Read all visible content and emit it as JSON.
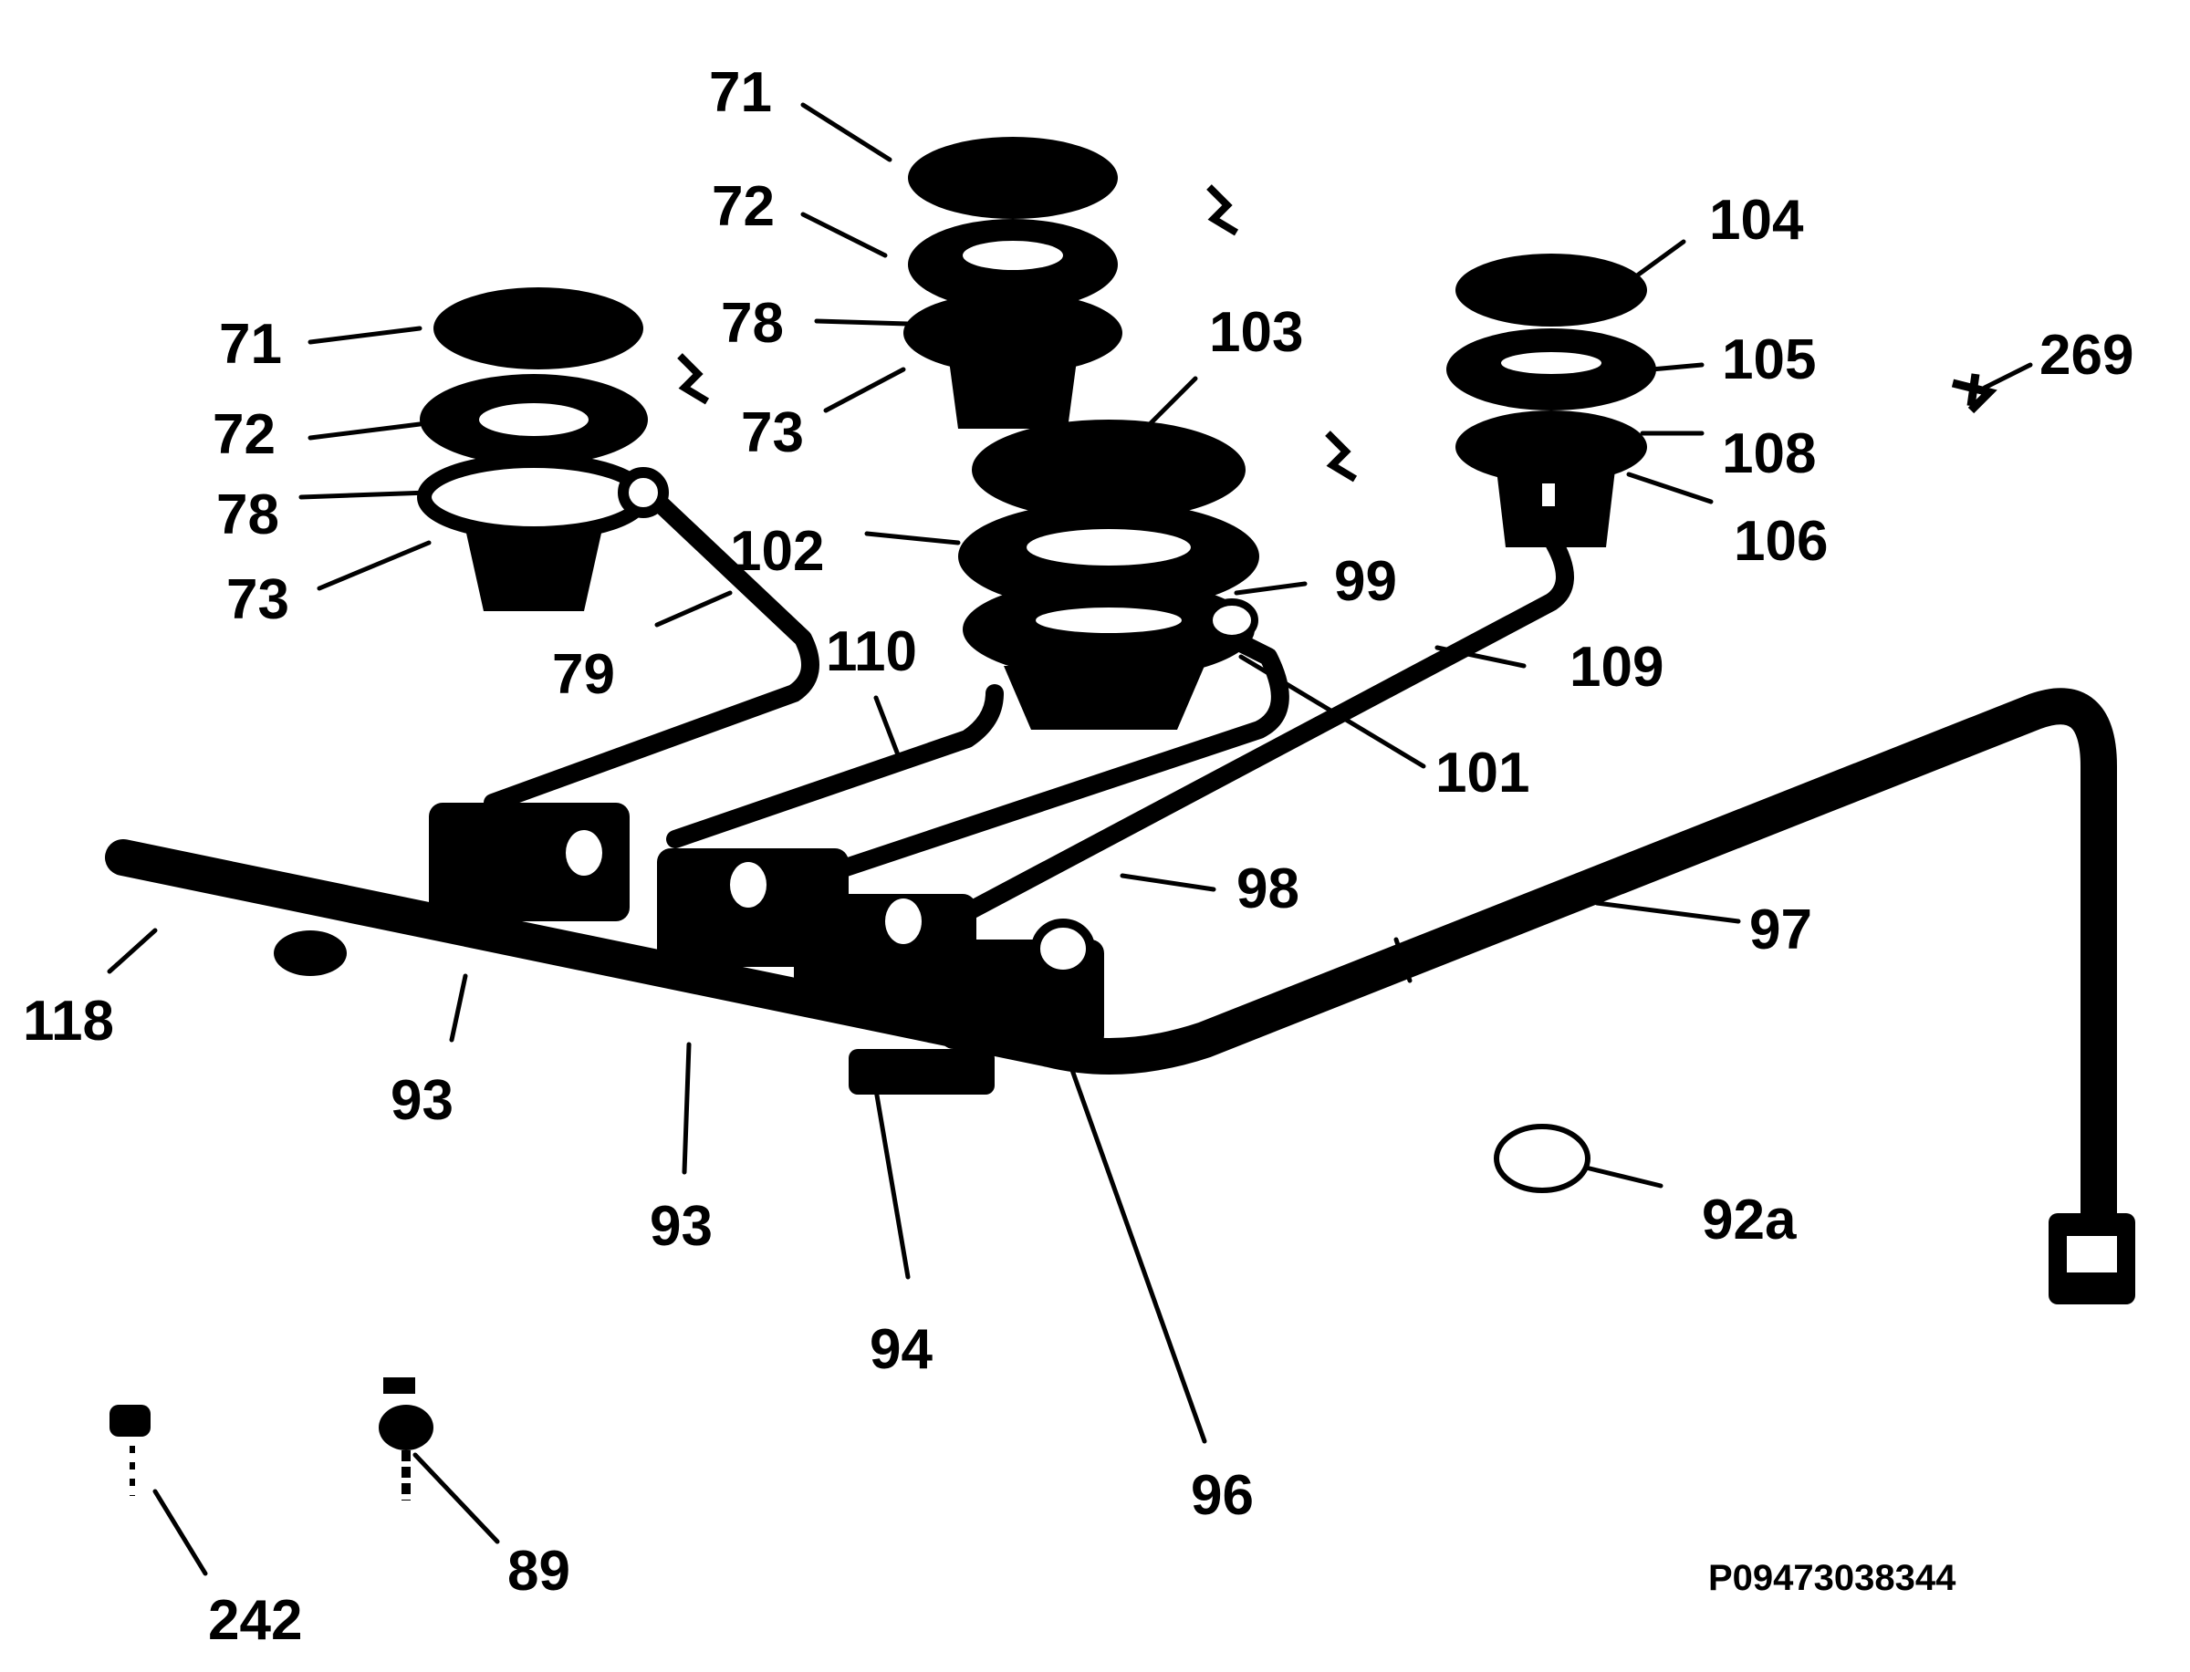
{
  "diagram": {
    "labels": {
      "burner_left": [
        "71",
        "72",
        "78",
        "73"
      ],
      "burner_center": [
        "71",
        "72",
        "78",
        "73"
      ],
      "burner_big": [
        "103",
        "102",
        "99",
        "101"
      ],
      "burner_right": [
        "104",
        "105",
        "108",
        "106",
        "109"
      ],
      "pipes": [
        "79",
        "110",
        "98",
        "97"
      ],
      "manifold": [
        "118",
        "93",
        "93",
        "94",
        "96"
      ],
      "loose_parts": [
        "269",
        "92a",
        "242",
        "89"
      ]
    },
    "drawing_code": "P09473038344"
  }
}
